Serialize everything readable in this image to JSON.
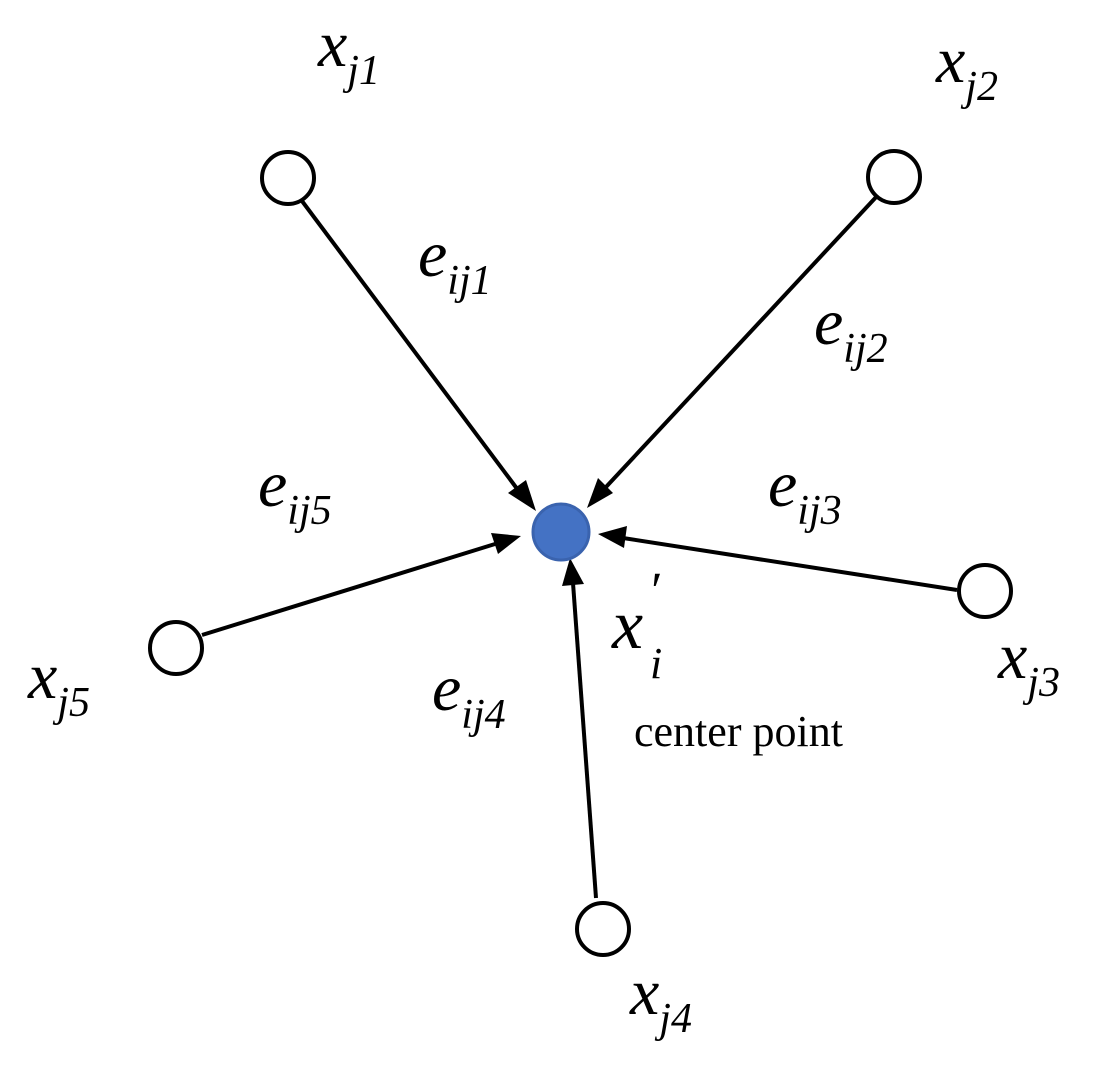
{
  "colors": {
    "center_fill": "#4472C4",
    "center_stroke": "#3A63AE",
    "line": "#000000",
    "node_fill": "#ffffff"
  },
  "center": {
    "base": "x",
    "prime": "′",
    "sub": "i",
    "caption": "center point"
  },
  "neighbors": [
    {
      "id": "j1",
      "base": "x",
      "sub": "j1"
    },
    {
      "id": "j2",
      "base": "x",
      "sub": "j2"
    },
    {
      "id": "j3",
      "base": "x",
      "sub": "j3"
    },
    {
      "id": "j4",
      "base": "x",
      "sub": "j4"
    },
    {
      "id": "j5",
      "base": "x",
      "sub": "j5"
    }
  ],
  "edges": [
    {
      "id": "1",
      "base": "e",
      "sub": "ij1"
    },
    {
      "id": "2",
      "base": "e",
      "sub": "ij2"
    },
    {
      "id": "3",
      "base": "e",
      "sub": "ij3"
    },
    {
      "id": "4",
      "base": "e",
      "sub": "ij4"
    },
    {
      "id": "5",
      "base": "e",
      "sub": "ij5"
    }
  ]
}
